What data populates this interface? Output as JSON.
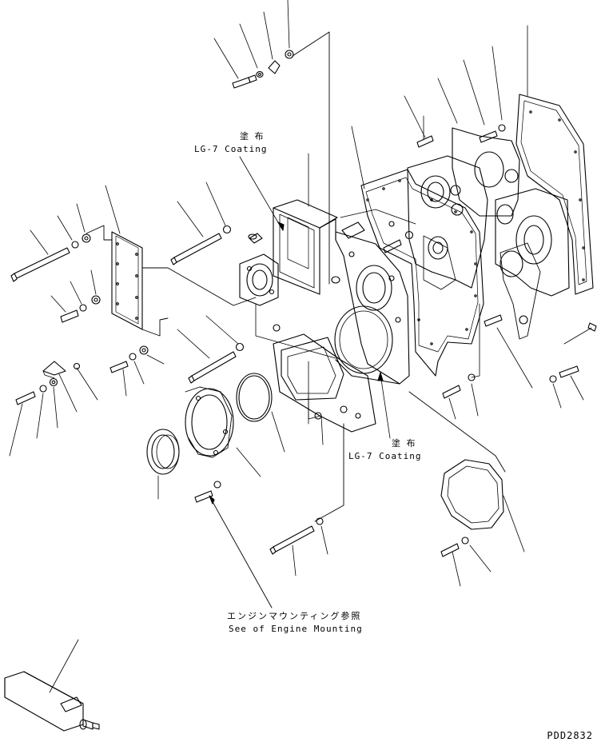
{
  "annotations": {
    "coating_top": {
      "jp": "塗 布",
      "en": "LG-7 Coating"
    },
    "coating_mid": {
      "jp": "塗 布",
      "en": "LG-7 Coating"
    },
    "engine_mount": {
      "jp": "エンジンマウンティング参照",
      "en": "See of Engine Mounting"
    }
  },
  "drawing_code": "PDD2832",
  "colors": {
    "ink": "#000000",
    "paper": "#ffffff"
  }
}
